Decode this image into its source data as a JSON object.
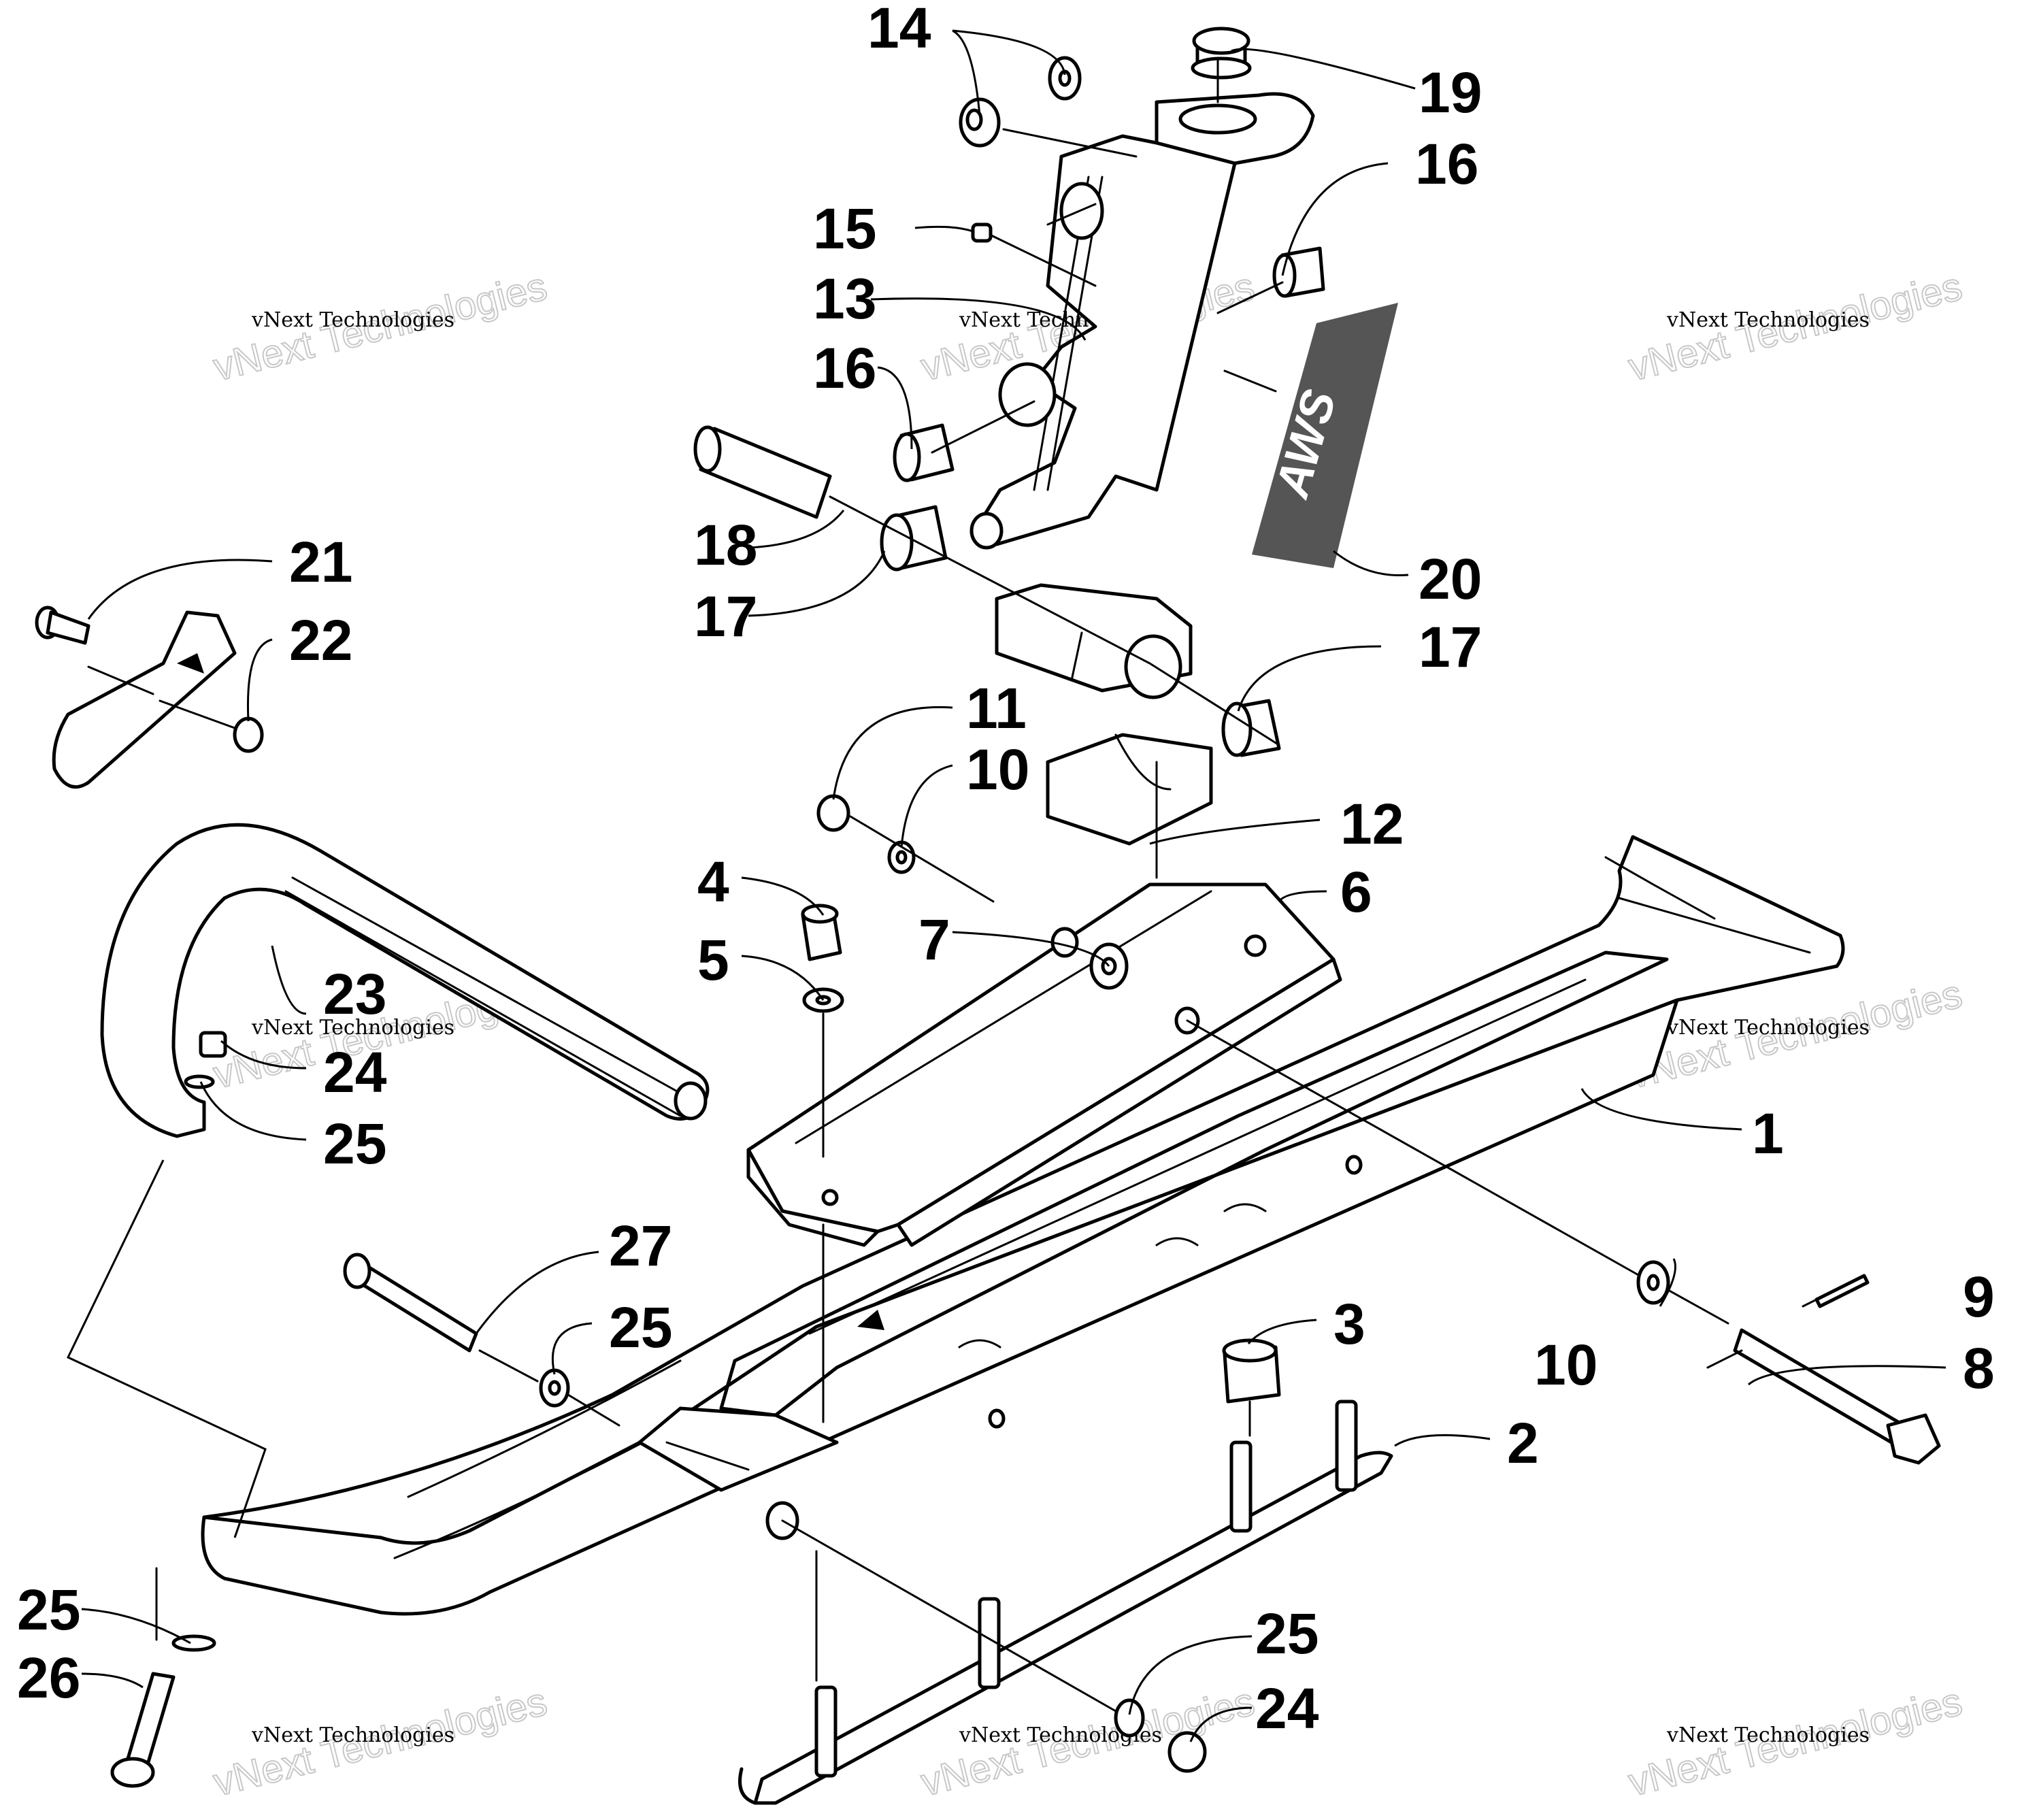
{
  "callouts": {
    "c1": "1",
    "c2": "2",
    "c3": "3",
    "c4": "4",
    "c5": "5",
    "c6": "6",
    "c7": "7",
    "c8": "8",
    "c9": "9",
    "c10a": "10",
    "c10b": "10",
    "c11": "11",
    "c12": "12",
    "c13": "13",
    "c14": "14",
    "c15": "15",
    "c16a": "16",
    "c16b": "16",
    "c17a": "17",
    "c17b": "17",
    "c18": "18",
    "c19": "19",
    "c20": "20",
    "c21": "21",
    "c22": "22",
    "c23": "23",
    "c24a": "24",
    "c24b": "24",
    "c25a": "25",
    "c25b": "25",
    "c25c": "25",
    "c25d": "25",
    "c26": "26",
    "c27": "27"
  },
  "decal_text": "AWS",
  "watermark": {
    "line1": "vNext Technologies",
    "line2": "vNext Technologies"
  }
}
